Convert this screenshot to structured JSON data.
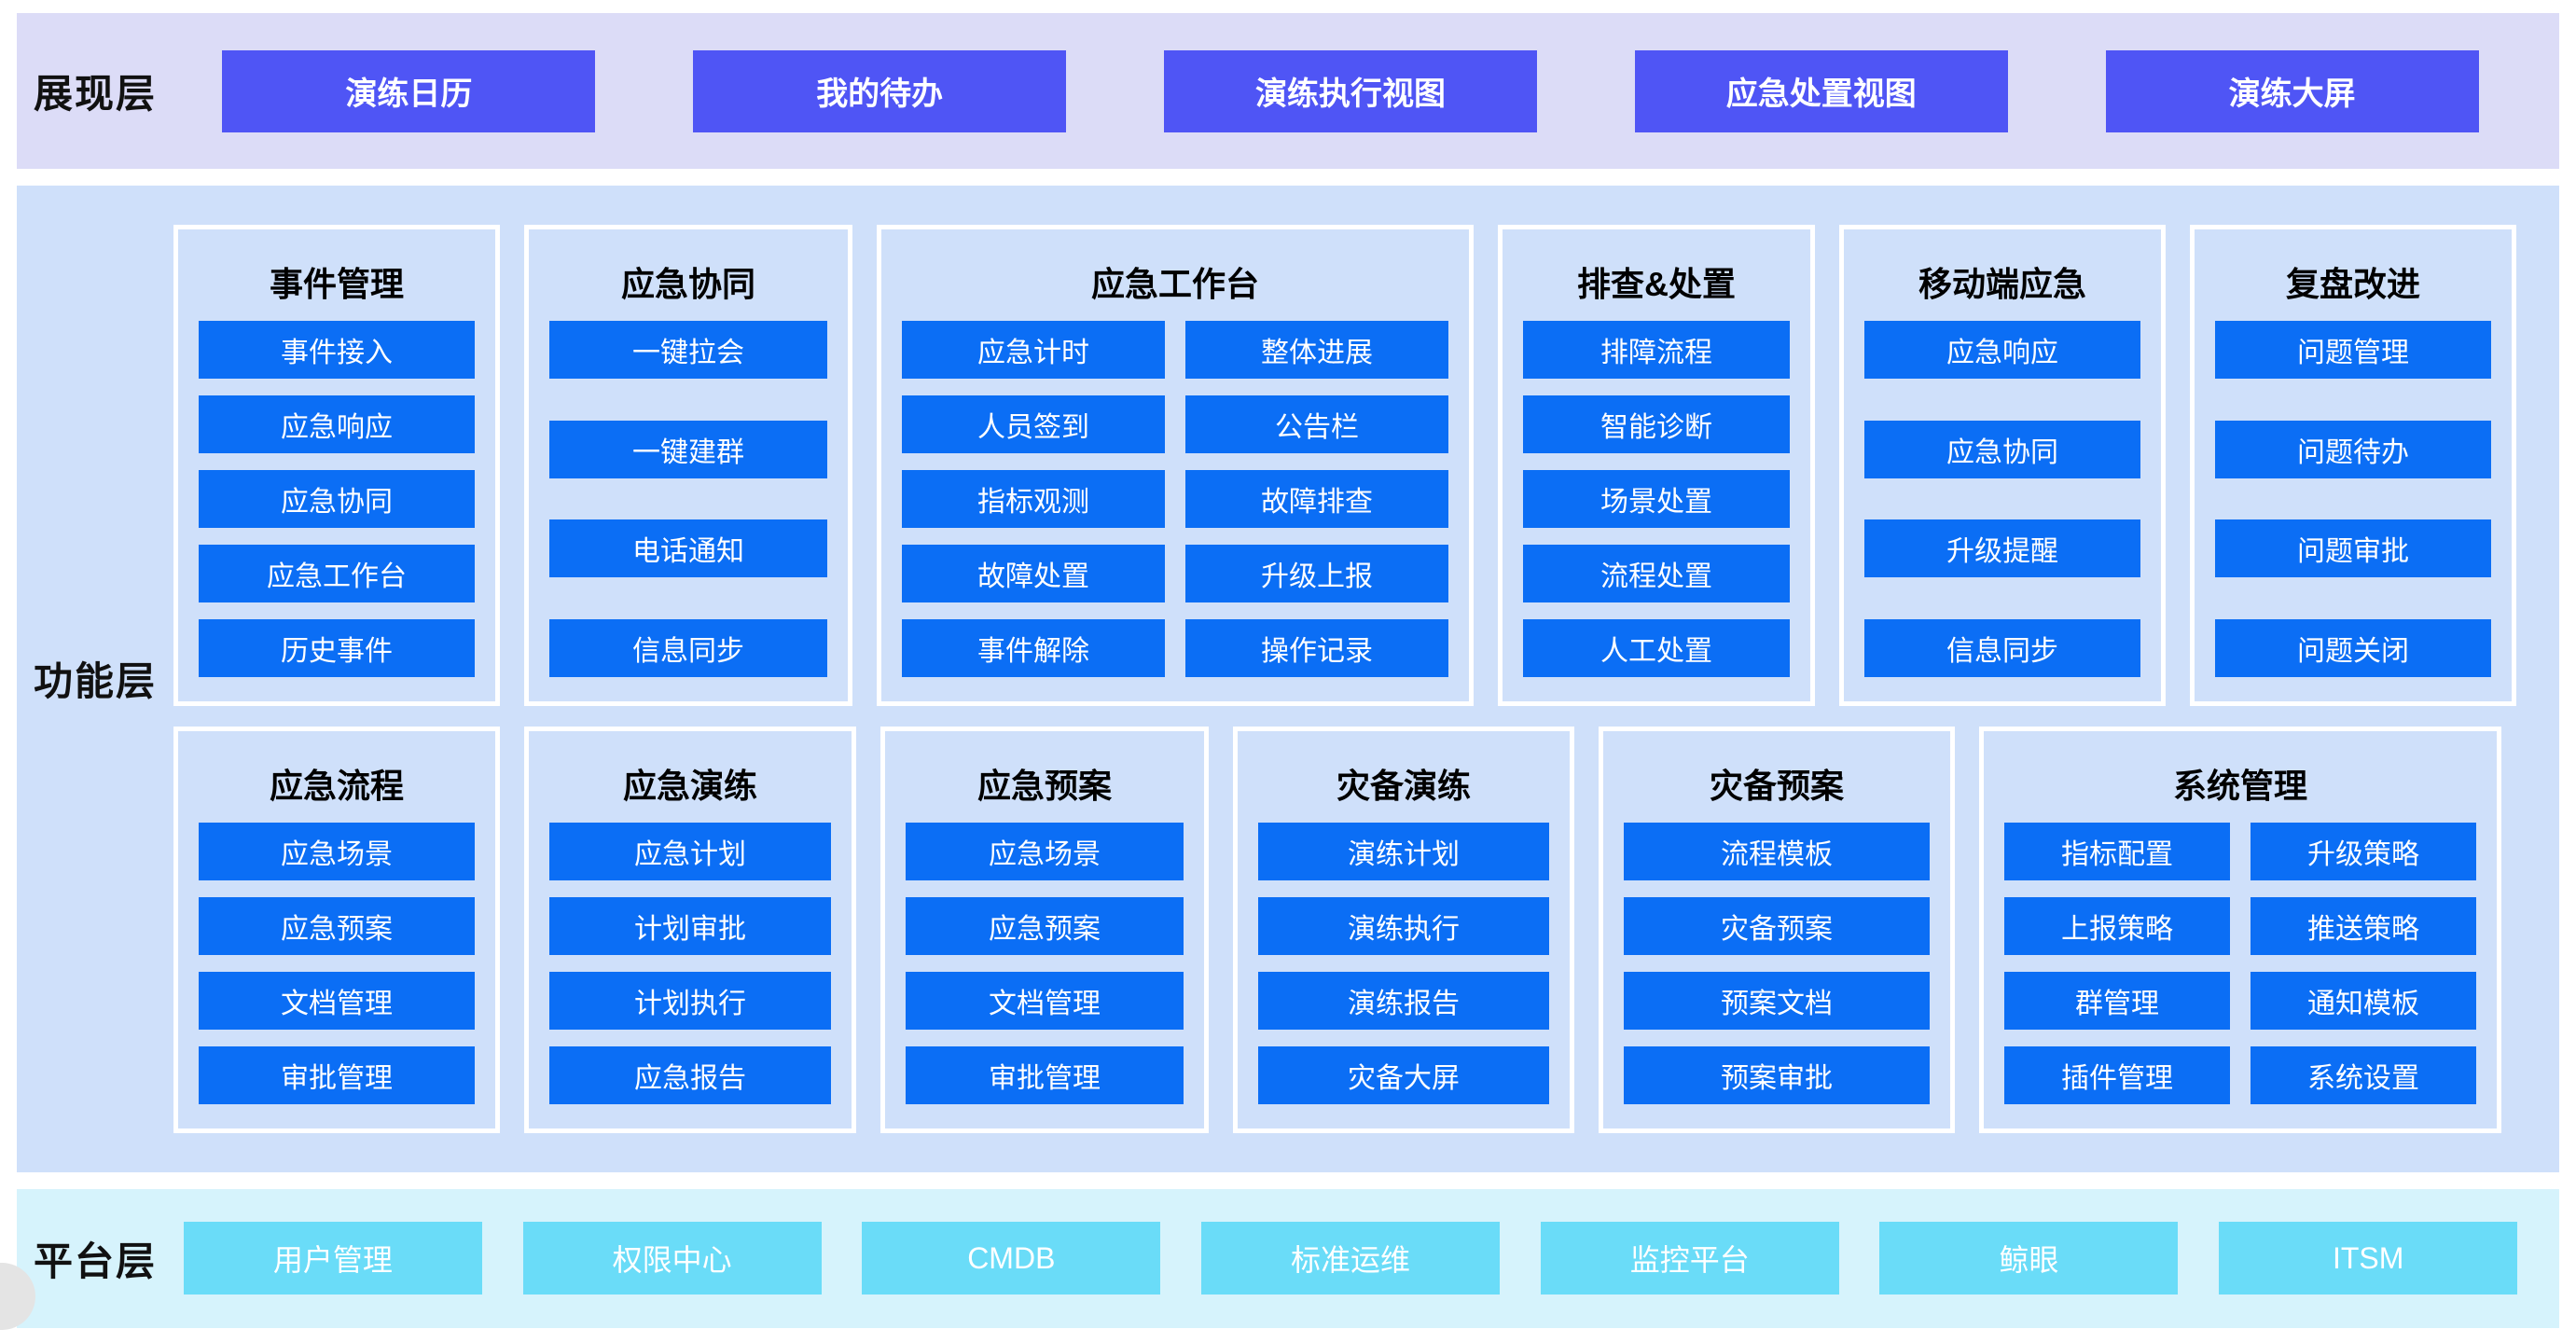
{
  "colors": {
    "presentation_band": "#dcdcf7",
    "presentation_button": "#4f55f5",
    "function_band": "#cfe0fa",
    "function_button": "#0b6ef5",
    "platform_band": "#d6f3fc",
    "platform_button": "#6adcf8",
    "card_border": "#ffffff",
    "title_text": "#000000",
    "button_text": "#ffffff"
  },
  "layers": {
    "presentation": {
      "label": "展现层",
      "buttons": [
        "演练日历",
        "我的待办",
        "演练执行视图",
        "应急处置视图",
        "演练大屏"
      ]
    },
    "function": {
      "label": "功能层",
      "rows": [
        {
          "cards": [
            {
              "title": "事件管理",
              "columns": 1,
              "items": [
                "事件接入",
                "应急响应",
                "应急协同",
                "应急工作台",
                "历史事件"
              ]
            },
            {
              "title": "应急协同",
              "columns": 1,
              "items": [
                "一键拉会",
                "一键建群",
                "电话通知",
                "信息同步"
              ]
            },
            {
              "title": "应急工作台",
              "columns": 2,
              "items": [
                "应急计时",
                "整体进展",
                "人员签到",
                "公告栏",
                "指标观测",
                "故障排查",
                "故障处置",
                "升级上报",
                "事件解除",
                "操作记录"
              ]
            },
            {
              "title": "排查&处置",
              "columns": 1,
              "items": [
                "排障流程",
                "智能诊断",
                "场景处置",
                "流程处置",
                "人工处置"
              ]
            },
            {
              "title": "移动端应急",
              "columns": 1,
              "items": [
                "应急响应",
                "应急协同",
                "升级提醒",
                "信息同步"
              ]
            },
            {
              "title": "复盘改进",
              "columns": 1,
              "items": [
                "问题管理",
                "问题待办",
                "问题审批",
                "问题关闭"
              ]
            }
          ]
        },
        {
          "cards": [
            {
              "title": "应急流程",
              "columns": 1,
              "items": [
                "应急场景",
                "应急预案",
                "文档管理",
                "审批管理"
              ]
            },
            {
              "title": "应急演练",
              "columns": 1,
              "items": [
                "应急计划",
                "计划审批",
                "计划执行",
                "应急报告"
              ]
            },
            {
              "title": "应急预案",
              "columns": 1,
              "items": [
                "应急场景",
                "应急预案",
                "文档管理",
                "审批管理"
              ]
            },
            {
              "title": "灾备演练",
              "columns": 1,
              "items": [
                "演练计划",
                "演练执行",
                "演练报告",
                "灾备大屏"
              ]
            },
            {
              "title": "灾备预案",
              "columns": 1,
              "items": [
                "流程模板",
                "灾备预案",
                "预案文档",
                "预案审批"
              ]
            },
            {
              "title": "系统管理",
              "columns": 2,
              "items": [
                "指标配置",
                "升级策略",
                "上报策略",
                "推送策略",
                "群管理",
                "通知模板",
                "插件管理",
                "系统设置"
              ]
            }
          ]
        }
      ]
    },
    "platform": {
      "label": "平台层",
      "buttons": [
        "用户管理",
        "权限中心",
        "CMDB",
        "标准运维",
        "监控平台",
        "鲸眼",
        "ITSM"
      ]
    }
  }
}
